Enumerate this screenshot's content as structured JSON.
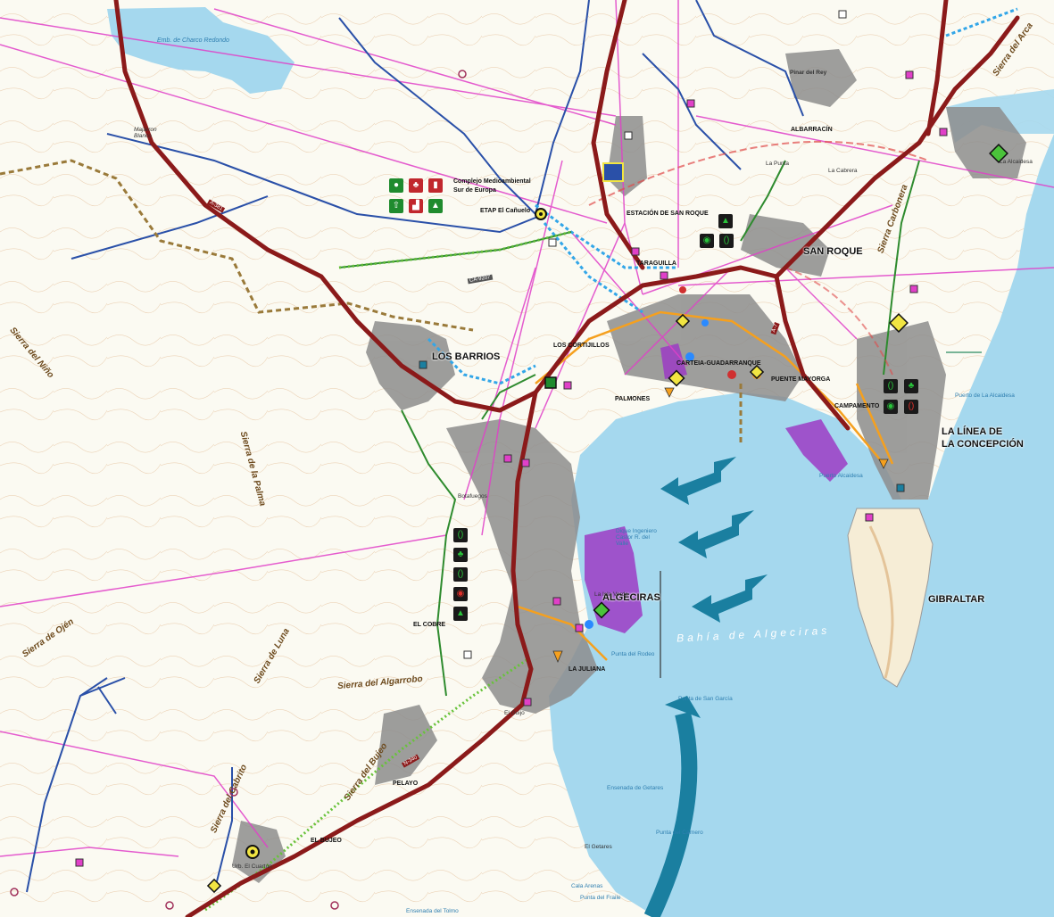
{
  "towns": {
    "san_roque": "SAN ROQUE",
    "los_barrios": "LOS BARRIOS",
    "algeciras": "ALGECIRAS",
    "la_linea_1": "LA LÍNEA DE",
    "la_linea_2": "LA CONCEPCIÓN",
    "gibraltar": "GIBRALTAR",
    "estacion": "ESTACIÓN DE SAN ROQUE",
    "taraguilla": "TARAGUILLA",
    "carteia": "CARTEIA-GUADARRANQUE",
    "puente_mayorga": "PUENTE MAYORGA",
    "campamento": "CAMPAMENTO",
    "palmones": "PALMONES",
    "cortijillos": "LOS CORTIJILLOS",
    "albarracin": "ALBARRACÍN",
    "el_cobre": "EL COBRE",
    "la_juliana": "LA JULIANA",
    "pelayo": "PELAYO",
    "el_bujeo": "EL BUJEO"
  },
  "places_small": {
    "pinar_del_rey": "Pinar del Rey",
    "emb_charco": "Emb. de Charco Redondo",
    "bay": "Bahía de Algeciras",
    "punta_san_garcia": "Punta de San García",
    "punta_carnero": "Punta del Carnero",
    "el_getares": "El Getares",
    "la_alcaidesa": "La Alcaidesa",
    "puerto_alcaidesa": "Puerto de La Alcaidesa",
    "puerto_alcaidesa_2": "Puerto Alcaidesa",
    "isla_verde": "La Isla Verde",
    "dique": "Dique Ingeniero Castor R. del Valle",
    "punta_rodeo": "Punta del Rodeo",
    "urb_cuartón": "Urb. El Cuartón",
    "la_punta": "La Punta",
    "la_cabrera": "La Cabrera",
    "majarron": "Majarron Blanco",
    "barriada_botafuegos": "Botafuegos",
    "ensenada_getares": "Ensenada de Getares",
    "cala_arenas": "Cala Arenas",
    "punta_frailes": "Punta del Fraile",
    "ensenada_tolmo": "Ensenada del Tolmo",
    "guijo": "El Guijo"
  },
  "sierras": {
    "sierra_arca": "Sierra del Arca",
    "sierra_carbonera": "Sierra Carbonera",
    "sierra_nino": "Sierra del Niño",
    "sierra_palma": "Sierra de la Palma",
    "sierra_ojen": "Sierra de Ojén",
    "sierra_luna": "Sierra de Luna",
    "sierra_algarrobo": "Sierra del Algarrobo",
    "sierra_bujeo": "Sierra del Bujeo",
    "sierra_cabrito": "Sierra del Cabrito"
  },
  "facilities": {
    "complejo_1": "Complejo Medioambiental",
    "complejo_2": "Sur de Europa",
    "etap": "ETAP El Cañuelo",
    "road_a381": "A-381",
    "road_ca9207": "CA-9207",
    "road_a7": "A-7",
    "road_n340": "N-340"
  },
  "colors": {
    "sea": "#a5d8ee",
    "land": "#fbfaf2",
    "urban": "#8d8d8d",
    "main_road": "#8b1a1a",
    "power_line": "#e040c8",
    "water_pipe": "#2a50a8",
    "trail": "#2e8b2e",
    "port": "#9c3cc4",
    "arrow": "#1a7fa0"
  }
}
